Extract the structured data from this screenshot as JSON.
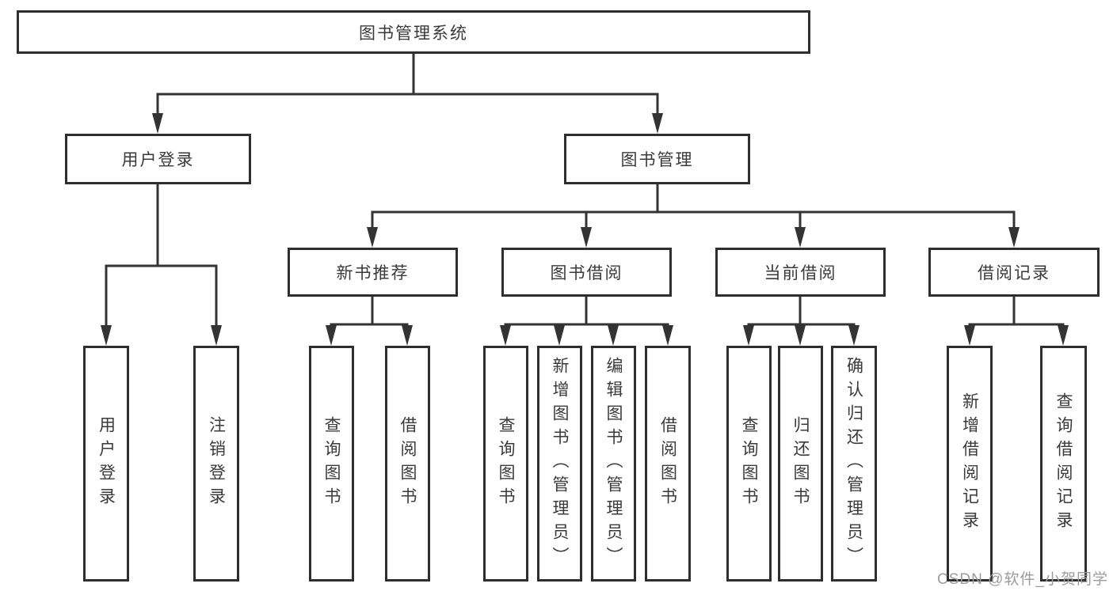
{
  "tree": {
    "root": "图书管理系统",
    "branches": [
      {
        "label": "用户登录",
        "children": [
          "用户登录",
          "注销登录"
        ]
      },
      {
        "label": "图书管理",
        "groups": [
          {
            "label": "新书推荐",
            "children": [
              "查询图书",
              "借阅图书"
            ]
          },
          {
            "label": "图书借阅",
            "children": [
              "查询图书",
              "新增图书（管理员）",
              "编辑图书（管理员）",
              "借阅图书"
            ]
          },
          {
            "label": "当前借阅",
            "children": [
              "查询图书",
              "归还图书",
              "确认归还（管理员）"
            ]
          },
          {
            "label": "借阅记录",
            "children": [
              "新增借阅记录",
              "查询借阅记录"
            ]
          }
        ]
      }
    ]
  },
  "watermark": {
    "text": "CSDN @软件_小贺同学"
  },
  "colors": {
    "box_border": "#2e2e2e",
    "connector": "#333333",
    "text": "#3a3a3a",
    "watermark": "#9c9c9c",
    "background": "#ffffff"
  }
}
